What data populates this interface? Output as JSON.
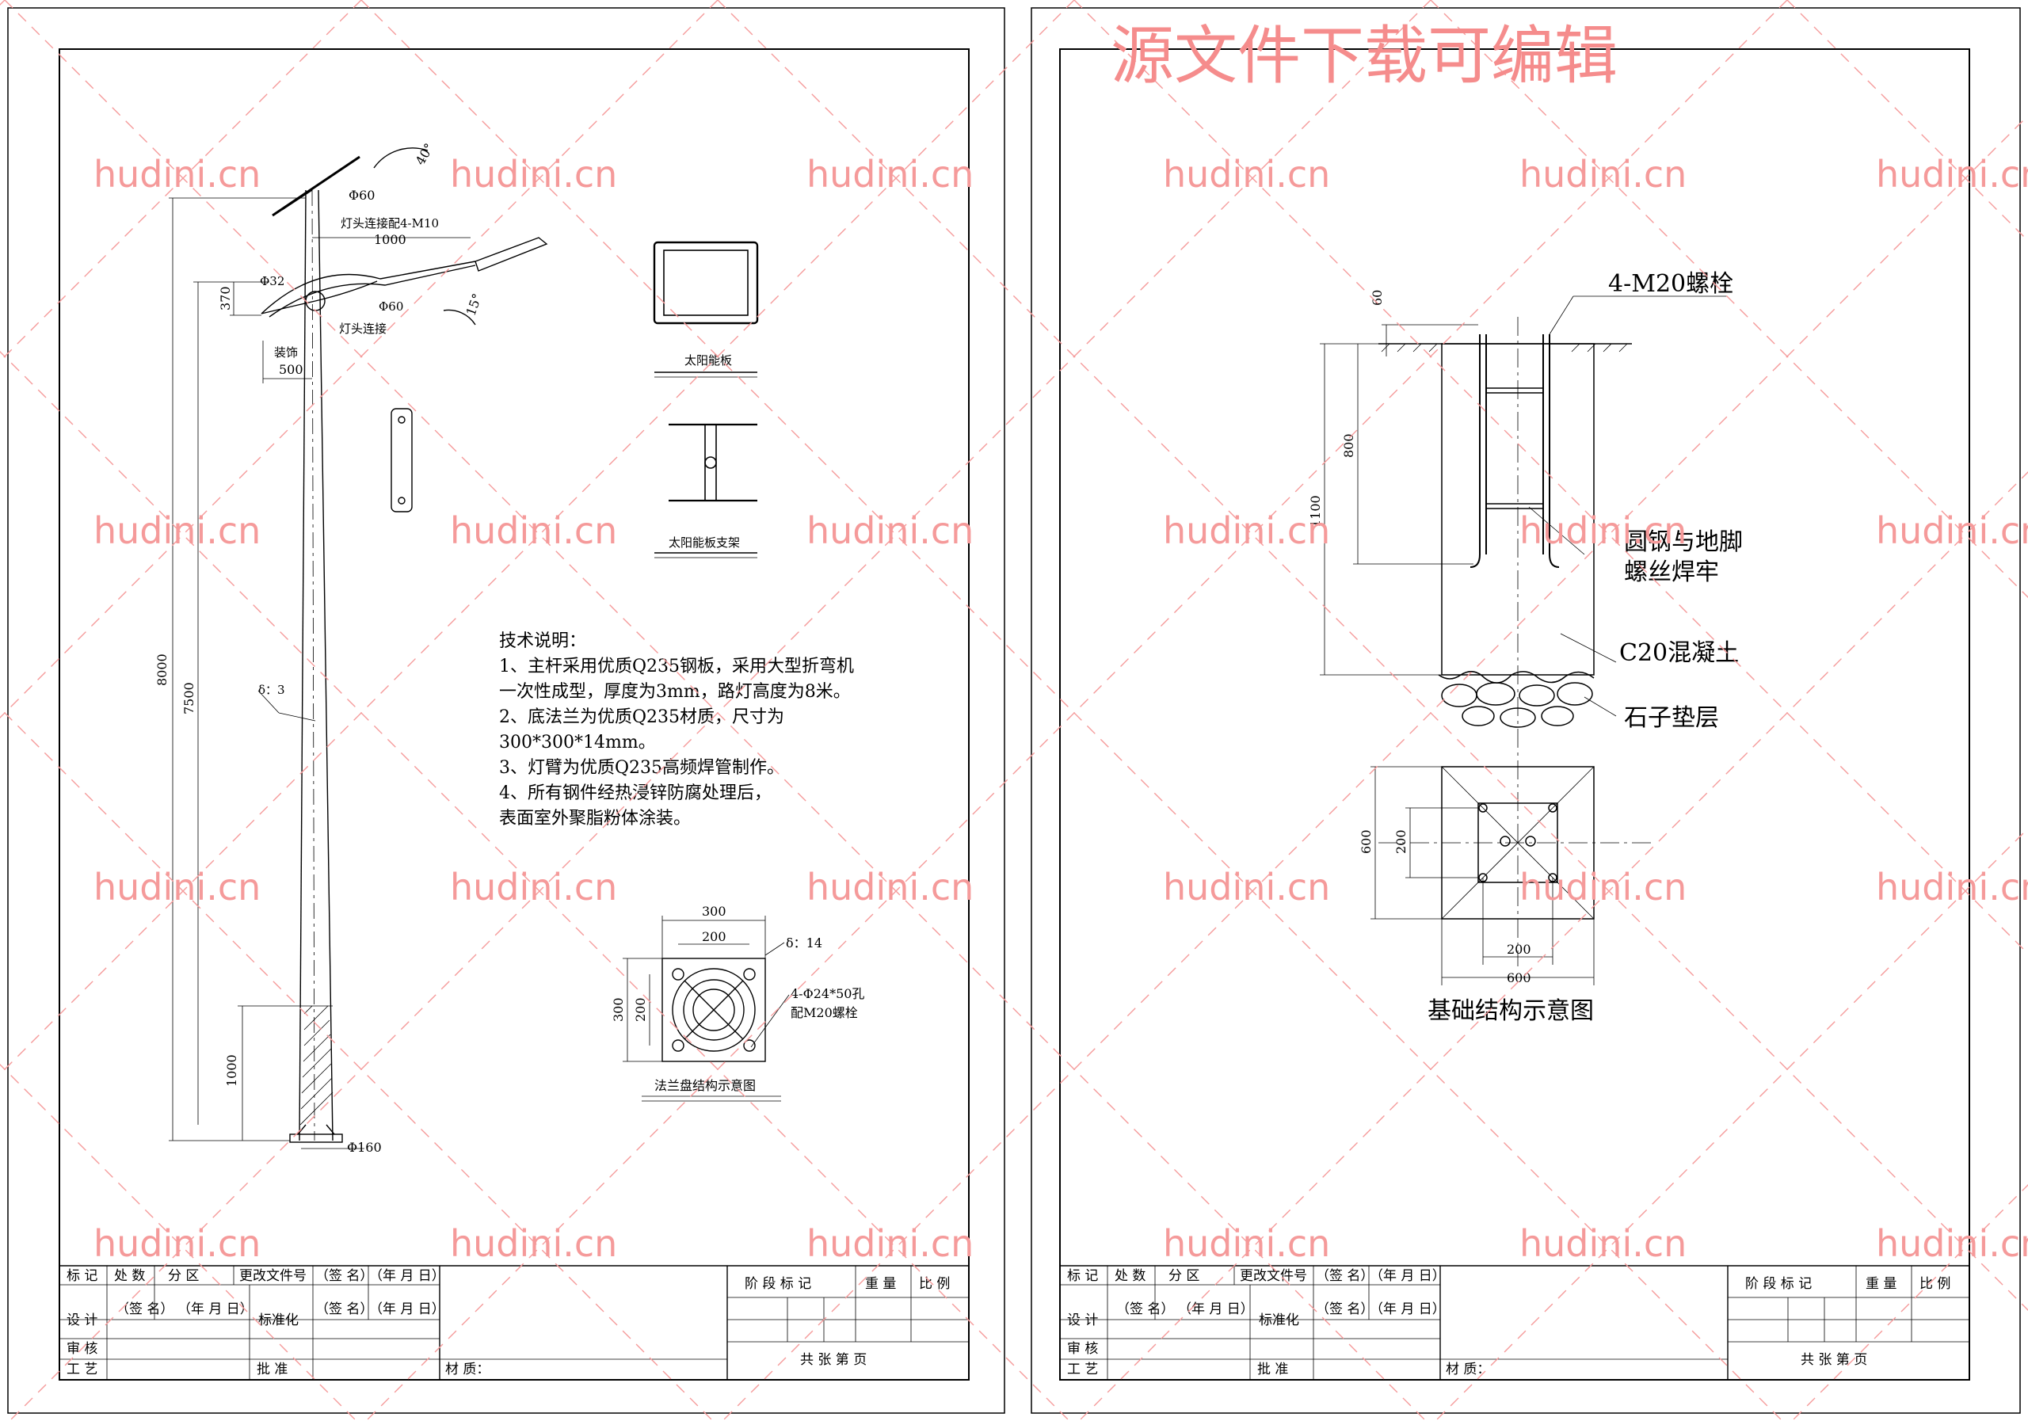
{
  "watermark": {
    "text": "hudini.cn",
    "title": "源文件下载可编辑",
    "color": "#f59a9a"
  },
  "left_sheet": {
    "pole_labels": {
      "d60_top": "Φ60",
      "lamp_connect": "灯头连接配4-M10",
      "dim_1000": "1000",
      "d32": "Φ32",
      "d60": "Φ60",
      "dim_370": "370",
      "angle_40": "40°",
      "angle_15": "15°",
      "lamp_holder": "灯头连接",
      "decor": "装饰",
      "dim_500": "500",
      "dim_8000": "8000",
      "dim_7500": "7500",
      "thickness": "δ：3",
      "dim_1000_base": "1000",
      "d160": "Φ160"
    },
    "solar_panel_label": "太阳能板",
    "solar_bracket_label": "太阳能板支架",
    "tech_notes": [
      "技术说明：",
      "1、主杆采用优质Q235钢板，采用大型折弯机",
      "一次性成型，厚度为3mm，路灯高度为8米。",
      "2、底法兰为优质Q235材质，尺寸为",
      "300*300*14mm。",
      "3、灯臂为优质Q235高频焊管制作。",
      "4、所有钢件经热浸锌防腐处理后，",
      "表面室外聚脂粉体涂装。"
    ],
    "flange": {
      "dim_300_top": "300",
      "dim_200_top": "200",
      "dim_300_left": "300",
      "dim_200_left": "200",
      "thickness": "δ：14",
      "holes": "4-Φ24*50孔",
      "bolts": "配M20螺栓",
      "title": "法兰盘结构示意图"
    }
  },
  "right_sheet": {
    "bolt_label": "4-M20螺栓",
    "weld_label_1": "圆钢与地脚",
    "weld_label_2": "螺丝焊牢",
    "concrete_label": "C20混凝土",
    "gravel_label": "石子垫层",
    "dim_60": "60",
    "dim_800": "800",
    "dim_1100": "1100",
    "plan_dim_600_left": "600",
    "plan_dim_200_left": "200",
    "plan_dim_200_bottom": "200",
    "plan_dim_600_bottom": "600",
    "title": "基础结构示意图"
  },
  "title_block": {
    "mark": "标 记",
    "count": "处 数",
    "zone": "分 区",
    "change_doc": "更改文件号",
    "sign": "（签 名）",
    "date": "（年 月 日）",
    "design": "设 计",
    "sign2": "（签 名）",
    "date2": "（年 月 日）",
    "standard": "标准化",
    "sign3": "（签 名）",
    "date3": "（年 月 日）",
    "review": "审 核",
    "process": "工 艺",
    "approve": "批 准",
    "material": "材 质：",
    "stage": "阶 段 标 记",
    "weight": "重 量",
    "scale": "比 例",
    "sheets": "共   张    第   页"
  }
}
